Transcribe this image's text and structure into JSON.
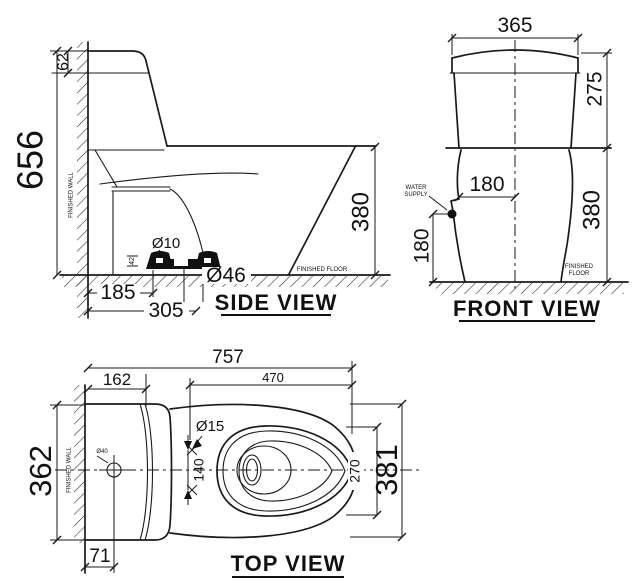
{
  "colors": {
    "background": "#ffffff",
    "line": "#1a1a1a"
  },
  "side": {
    "title": "SIDE VIEW",
    "finished_wall": "FINISHED WALL",
    "finished_floor": "FINISHED FLOOR",
    "dim_total_height": "656",
    "dim_lid_height": "62",
    "dim_bolt_dia": "Ø10",
    "dim_bolt_cap_height": "42",
    "dim_wall_to_bolt": "185",
    "dim_wall_to_outlet": "305",
    "dim_outlet_dia": "Ø46",
    "dim_seat_height": "380"
  },
  "front": {
    "title": "FRONT VIEW",
    "water_supply": [
      "WATER",
      "SUPPLY"
    ],
    "finished_floor": [
      "FINISHED",
      "FLOOR"
    ],
    "dim_tank_width": "365",
    "dim_tank_height": "275",
    "dim_seat_height": "380",
    "dim_supply_to_center": "180",
    "dim_supply_height": "180"
  },
  "top": {
    "title": "TOP VIEW",
    "finished_wall": "FINISHED WALL",
    "dim_total_length": "757",
    "dim_tank_depth": "162",
    "dim_seat_length": "470",
    "dim_hinge_dia": "Ø15",
    "dim_hinge_spacing": "140",
    "dim_supply_dia": "Ø40",
    "dim_opening_width": "270",
    "dim_bowl_width": "381",
    "dim_overall_width": "362",
    "dim_wall_to_supply": "71"
  }
}
